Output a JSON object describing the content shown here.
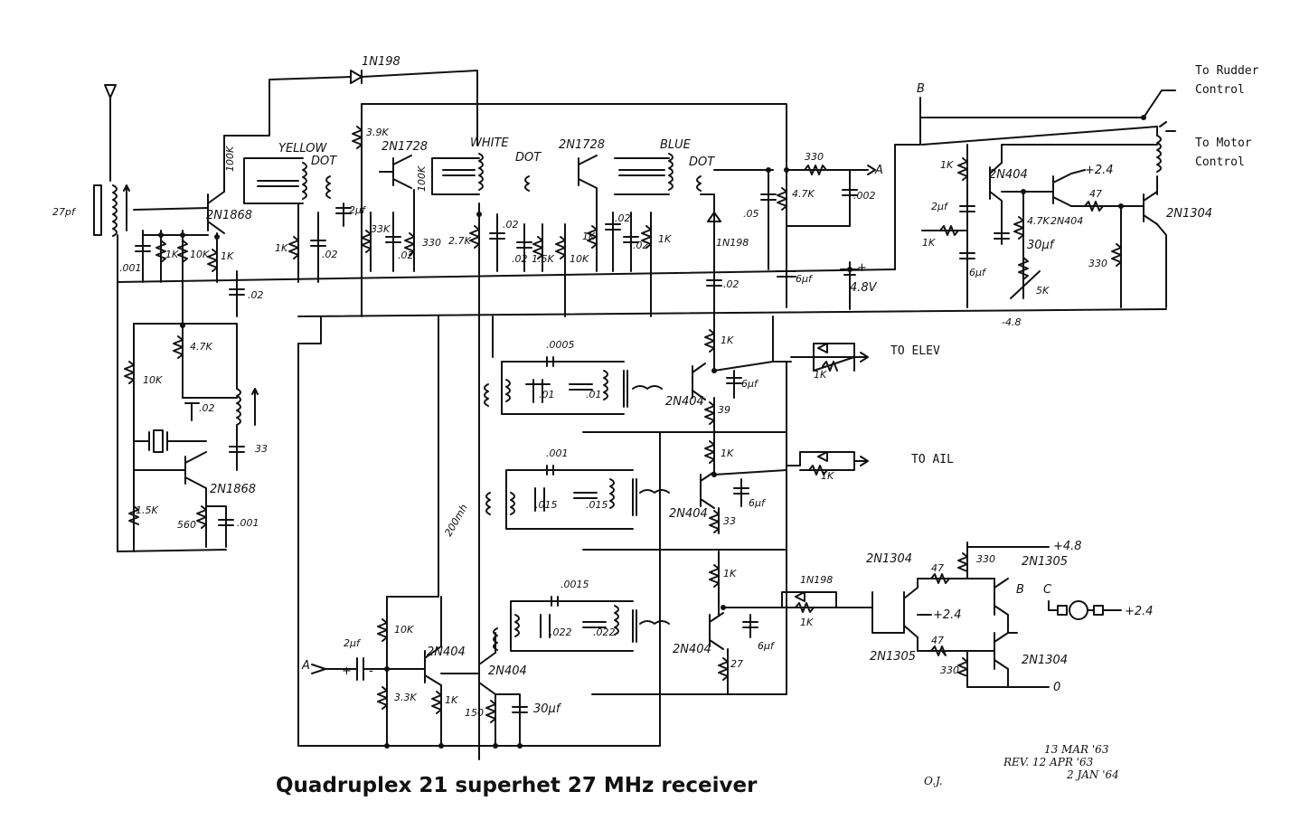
{
  "title": "Quadruplex 21 superhet 27 MHz receiver",
  "outputs": {
    "rudder": [
      "To Rudder",
      "Control"
    ],
    "motor": [
      "To Motor",
      "Control"
    ],
    "elev": "TO ELEV",
    "ail": "TO AIL"
  },
  "dates": [
    "13 MAR '63",
    "REV. 12 APR '63",
    "2 JAN '64"
  ],
  "signature": "O.J.",
  "nodes": {
    "A": "A",
    "B": "B",
    "C": "C"
  },
  "supply": {
    "battery": "4.8V",
    "plus48": "+4.8",
    "plus24": "+2.4",
    "minus48": "-4.8",
    "zero": "0"
  },
  "ifcoils": {
    "yellow": "YELLOW",
    "white": "WHITE",
    "blue": "BLUE",
    "dot": "DOT"
  },
  "transistors": {
    "rf_osc": "2N1868",
    "mixer": "2N1868",
    "if1": "2N1728",
    "if2": "2N1728",
    "sw_a": "2N404",
    "sw_b": "2N404",
    "rud_a": "2N404",
    "rud_b": "2N1304",
    "elev": "2N404",
    "ail": "2N404",
    "mot": "2N404",
    "amp1": "2N404",
    "amp2": "2N404",
    "out_q1": "2N1304",
    "out_q2": "2N1305",
    "out_q3": "2N1305",
    "out_q4": "2N1304"
  },
  "diodes": {
    "top": "1N198",
    "det": "1N198",
    "mot": "1N198"
  },
  "components": {
    "c27": "27pf",
    "c001a": ".001",
    "r1ka": "1K",
    "r10ka": "10K",
    "r1kb": "1K",
    "r100k_a": "100K",
    "r1kc": "1K",
    "c02a": ".02",
    "c02b": ".02",
    "r39k": "3.9K",
    "c2uf": "2µf",
    "r33k": "33K",
    "c02c": ".02",
    "r330a": "330",
    "r27k": "2.7K",
    "r100k_b": "100K",
    "c02d": ".02",
    "c02e": ".02",
    "r15k": "1.5K",
    "r10kb": "10K",
    "r1kd": "1K",
    "c02f": ".02",
    "c02g": ".02",
    "r1ke": "1K",
    "c05": ".05",
    "r330b": "330",
    "r47k": "4.7K",
    "c002": ".002",
    "c6uf": "6µf",
    "c02h": ".02",
    "r47kb": "4.7K",
    "c02i": ".02",
    "c33": "33",
    "r10kc": "10K",
    "r15kb": "1.5K",
    "r560": "560",
    "c001b": ".001",
    "r1kf": "1K",
    "c2ufb": "2µf",
    "r1kg": "1K",
    "c6ufb": "6µf",
    "r47kc": "4.7K",
    "c30uf": "30µf",
    "r5k": "5K",
    "r47": "47",
    "r330c": "330",
    "c0005": ".0005",
    "c01a": ".01",
    "c01b": ".01",
    "r1kh": "1K",
    "c6ufc": "6µf",
    "r39": "39",
    "r1ki": "1K",
    "c001c": ".001",
    "c015a": ".015",
    "c015b": ".015",
    "r1kj": "1K",
    "c6ufd": "6µf",
    "r33": "33",
    "r1kk": "1K",
    "l200": "200mh",
    "c0015": ".0015",
    "c022a": ".022",
    "c022b": ".022",
    "r1kl": "1K",
    "c6ufe": "6µf",
    "r27": "27",
    "r1km": "1K",
    "c2ufc": "2µf",
    "r10kd": "10K",
    "r33kb": "3.3K",
    "r1kn": "1K",
    "r150": "150",
    "c30ufb": "30µf",
    "r47b": "47",
    "r47c": "47",
    "r330d": "330",
    "r330e": "330"
  }
}
